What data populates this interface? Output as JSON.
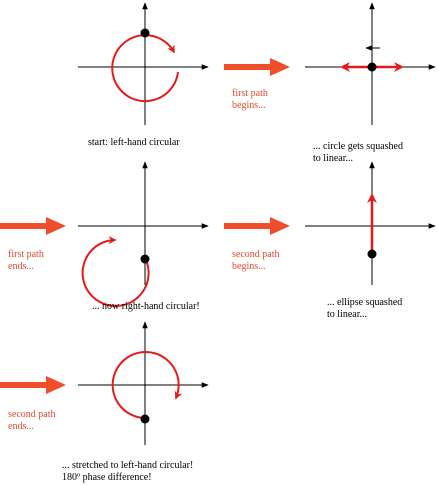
{
  "colors": {
    "path_red": "#e31b1b",
    "arrow_orange": "#f04e2a",
    "label_orange": "#e8482c",
    "axis": "#000000",
    "dot": "#000000"
  },
  "panels": [
    {
      "id": "p1",
      "caption": "start: left-hand circular"
    },
    {
      "id": "p2",
      "caption": "... circle gets squashed\nto linear..."
    },
    {
      "id": "p3",
      "caption": "... now right-hand circular!"
    },
    {
      "id": "p4",
      "caption": "... ellipse squashed\nto linear..."
    },
    {
      "id": "p5",
      "caption": "... stretched to left-hand circular!\n180º phase difference!"
    }
  ],
  "transitions": [
    {
      "id": "t1",
      "label": "first path\nbegins..."
    },
    {
      "id": "t2",
      "label": "first path\nends..."
    },
    {
      "id": "t3",
      "label": "second path\nbegins..."
    },
    {
      "id": "t4",
      "label": "second path\nends..."
    }
  ]
}
